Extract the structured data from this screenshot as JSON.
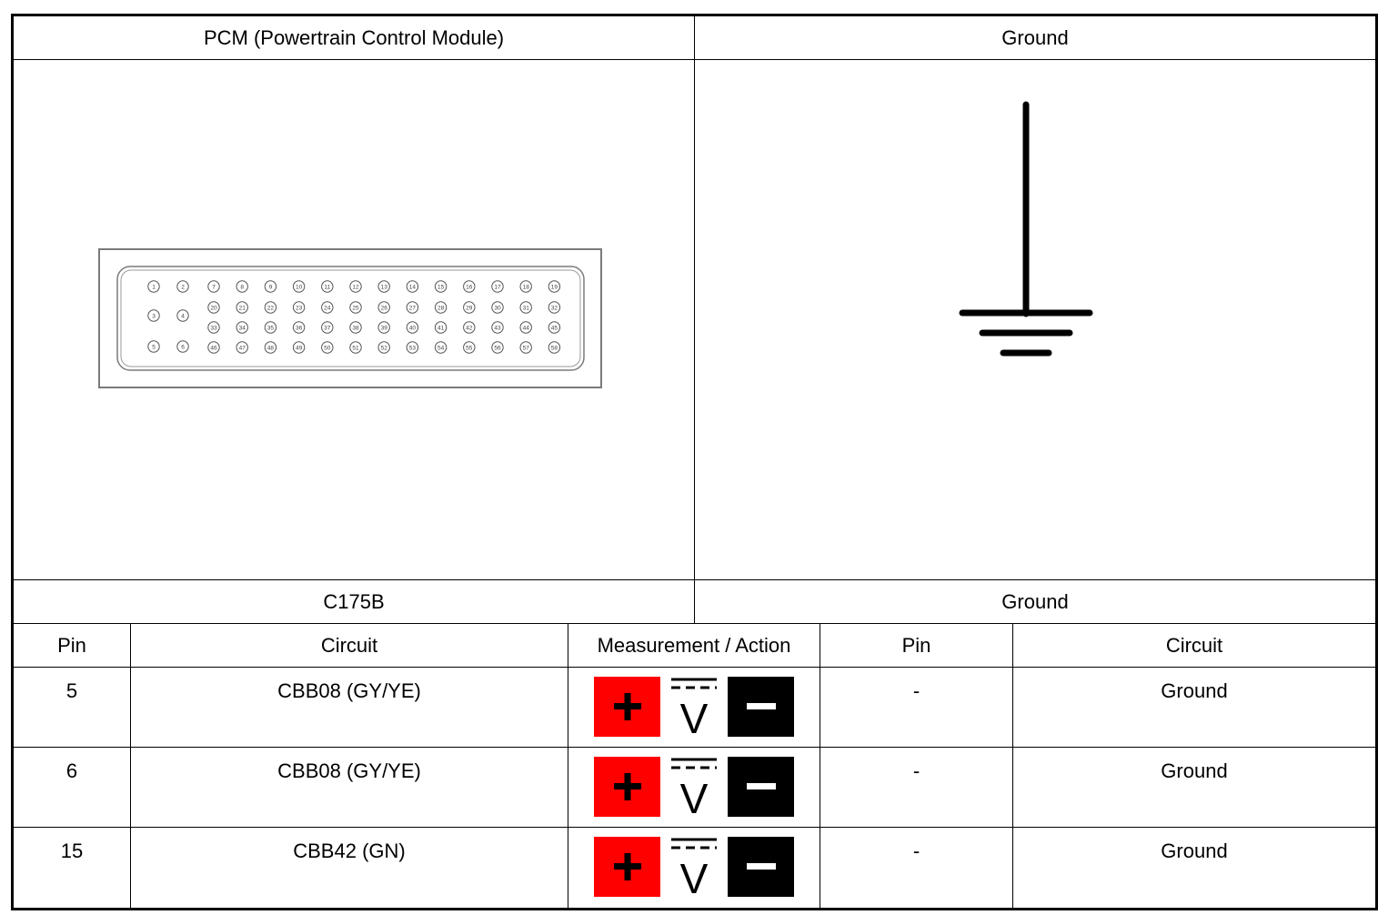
{
  "header": {
    "left_title": "PCM (Powertrain Control Module)",
    "right_title": "Ground"
  },
  "connector": {
    "name": "C175B",
    "ground_name": "Ground",
    "pins_rows": [
      [
        "1",
        "2",
        "7",
        "8",
        "9",
        "10",
        "11",
        "12",
        "13",
        "14",
        "15",
        "16",
        "17",
        "18",
        "19"
      ],
      [
        "3",
        "4",
        "20",
        "21",
        "22",
        "23",
        "24",
        "25",
        "26",
        "27",
        "28",
        "29",
        "30",
        "31",
        "32"
      ],
      [
        "33",
        "34",
        "35",
        "36",
        "37",
        "38",
        "39",
        "40",
        "41",
        "42",
        "43",
        "44",
        "45"
      ],
      [
        "5",
        "6",
        "46",
        "47",
        "48",
        "49",
        "50",
        "51",
        "52",
        "53",
        "54",
        "55",
        "56",
        "57",
        "58"
      ]
    ]
  },
  "table": {
    "headers": {
      "pin": "Pin",
      "circuit": "Circuit",
      "measurement": "Measurement / Action",
      "pin2": "Pin",
      "circuit2": "Circuit"
    },
    "rows": [
      {
        "pin": "5",
        "circuit": "CBB08 (GY/YE)",
        "pin2": "-",
        "circuit2": "Ground"
      },
      {
        "pin": "6",
        "circuit": "CBB08 (GY/YE)",
        "pin2": "-",
        "circuit2": "Ground"
      },
      {
        "pin": "15",
        "circuit": "CBB42 (GN)",
        "pin2": "-",
        "circuit2": "Ground"
      }
    ]
  },
  "measurement_icons": {
    "positive_color": "#ff0000",
    "negative_color": "#000000",
    "positive_icon": "positive-probe-icon",
    "meter_icon": "dc-voltmeter-icon",
    "negative_icon": "negative-probe-icon",
    "meter_label": "V"
  }
}
